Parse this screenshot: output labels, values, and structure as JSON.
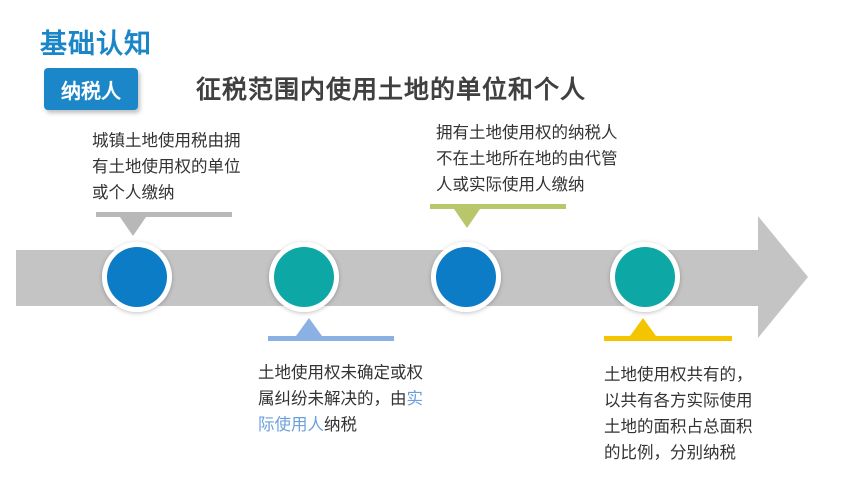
{
  "header": {
    "section_title": "基础认知",
    "tag_label": "纳税人",
    "headline": "征税范围内使用土地的单位和个人"
  },
  "callouts": [
    {
      "lines": [
        "城镇土地使用税由拥",
        "有土地使用权的单位",
        "或个人缴纳"
      ]
    },
    {
      "lines": [
        "土地使用权未确定或权",
        "属纠纷未解决的，由"
      ],
      "line3_highlight": "实",
      "line4_highlight": "际使用人",
      "line4_rest": "纳税"
    },
    {
      "lines": [
        "拥有土地使用权的纳税人",
        "不在土地所在地的由代管",
        "人或实际使用人缴纳"
      ]
    },
    {
      "lines": [
        "土地使用权共有的，",
        "以共有各方实际使用",
        "土地的面积占总面积",
        "的比例，分别纳税"
      ]
    }
  ],
  "colors": {
    "brand_blue": "#1a86c8",
    "node_blue": "#0a7cc6",
    "node_teal": "#0aa7a6",
    "arrow_gray": "#c4c4c4",
    "pointer_gray": "#b8b8b8",
    "pointer_blue": "#8bb0e3",
    "pointer_olive": "#b9c66a",
    "pointer_yellow": "#f5c400",
    "highlight_text": "#6a9fdc"
  }
}
